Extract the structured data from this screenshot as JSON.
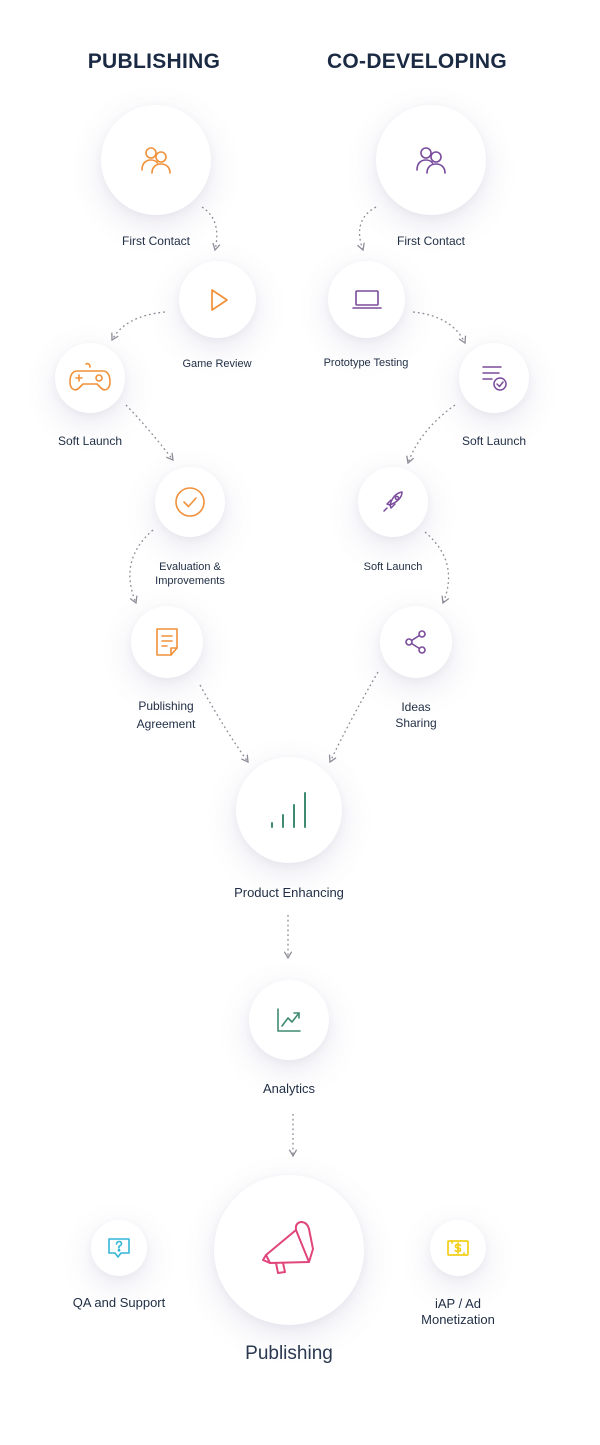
{
  "headings": {
    "publishing": "PUBLISHING",
    "codeveloping": "CO-DEVELOPING"
  },
  "colors": {
    "publishing_accent": "#f0913a",
    "codeveloping_accent": "#7a4b9c",
    "shared_accent": "#3f8a73",
    "publishing_final": "#e0457b",
    "qa_accent": "#33b6d6",
    "monetization_accent": "#f2cf1a",
    "arrow": "#8c8c97"
  },
  "publishing_steps": [
    {
      "label": "First Contact",
      "icon": "users-icon"
    },
    {
      "label": "Game Review",
      "icon": "play-icon"
    },
    {
      "label": "Soft Launch",
      "icon": "gamepad-icon"
    },
    {
      "label": "Evaluation &",
      "label2": "Improvements",
      "icon": "check-circle-icon"
    },
    {
      "label": "Publishing",
      "label2": "Agreement",
      "icon": "document-icon"
    }
  ],
  "codeveloping_steps": [
    {
      "label": "First Contact",
      "icon": "users-icon"
    },
    {
      "label": "Prototype Testing",
      "icon": "laptop-icon"
    },
    {
      "label": "Soft Launch",
      "icon": "checklist-icon"
    },
    {
      "label": "Soft Launch",
      "icon": "rocket-icon"
    },
    {
      "label": "Ideas",
      "label2": "Sharing",
      "icon": "share-icon"
    }
  ],
  "shared_steps": [
    {
      "label": "Product Enhancing",
      "icon": "bar-chart-icon"
    },
    {
      "label": "Analytics",
      "icon": "trend-chart-icon"
    }
  ],
  "final": {
    "label": "Publishing",
    "icon": "megaphone-icon",
    "qa_label": "QA and Support",
    "qa_icon": "question-bubble-icon",
    "monetization_label": "iAP / Ad",
    "monetization_label2": "Monetization",
    "monetization_icon": "money-icon"
  }
}
